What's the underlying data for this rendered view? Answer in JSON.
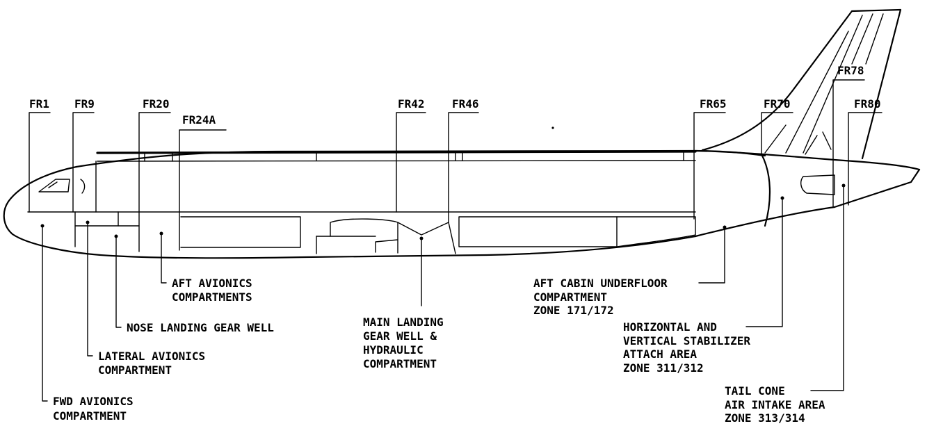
{
  "frames": [
    "FR1",
    "FR9",
    "FR20",
    "FR24A",
    "FR42",
    "FR46",
    "FR65",
    "FR70",
    "FR78",
    "FR80"
  ],
  "callouts": {
    "fwd_avionics": [
      "FWD AVIONICS",
      "COMPARTMENT"
    ],
    "lateral_avionics": [
      "LATERAL AVIONICS",
      "COMPARTMENT"
    ],
    "nose_gear": [
      "NOSE LANDING GEAR WELL"
    ],
    "aft_avionics": [
      "AFT AVIONICS",
      "COMPARTMENTS"
    ],
    "main_gear": [
      "MAIN LANDING",
      "GEAR WELL &",
      "HYDRAULIC",
      "COMPARTMENT"
    ],
    "aft_cabin": [
      "AFT CABIN UNDERFLOOR",
      "COMPARTMENT",
      "ZONE 171/172"
    ],
    "stabilizer": [
      "HORIZONTAL AND",
      "VERTICAL STABILIZER",
      "ATTACH AREA",
      "ZONE 311/312"
    ],
    "tail_cone": [
      "TAIL CONE",
      "AIR INTAKE AREA",
      "ZONE 313/314"
    ]
  }
}
